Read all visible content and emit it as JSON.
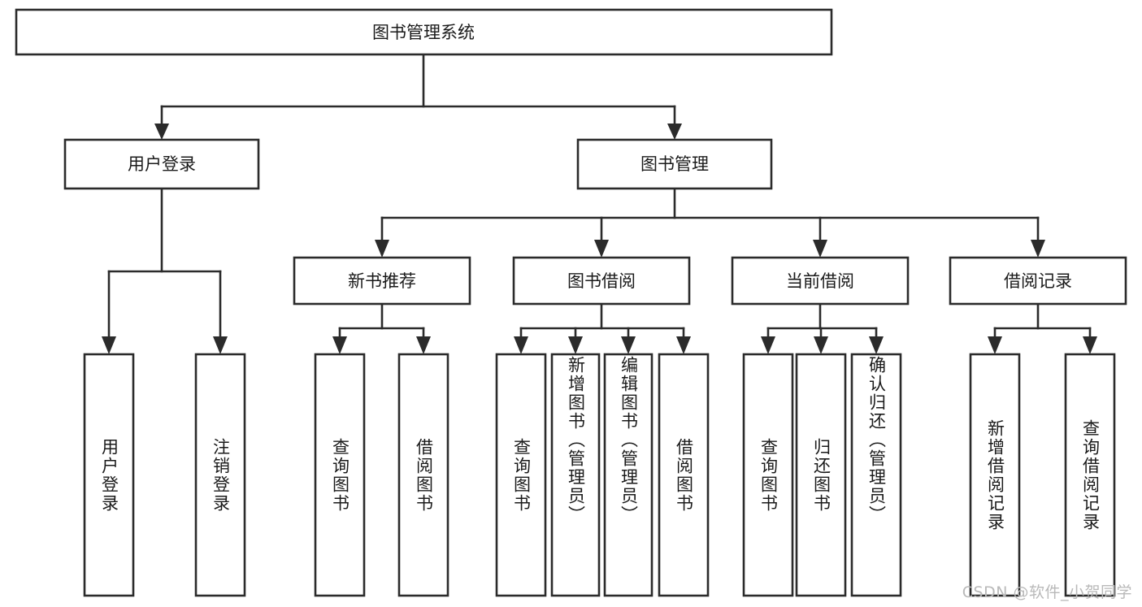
{
  "diagram": {
    "title": "图书管理系统",
    "type": "tree-hierarchy-flowchart",
    "orientation": "top-down",
    "root": {
      "id": "root",
      "label": "图书管理系统",
      "text_direction": "horizontal"
    },
    "level2": [
      {
        "id": "user-login",
        "label": "用户登录",
        "text_direction": "horizontal"
      },
      {
        "id": "book-management",
        "label": "图书管理",
        "text_direction": "horizontal"
      }
    ],
    "level3": [
      {
        "id": "new-book-recommend",
        "label": "新书推荐",
        "parent": "book-management",
        "text_direction": "horizontal"
      },
      {
        "id": "book-borrow",
        "label": "图书借阅",
        "parent": "book-management",
        "text_direction": "horizontal"
      },
      {
        "id": "current-borrow",
        "label": "当前借阅",
        "parent": "book-management",
        "text_direction": "horizontal"
      },
      {
        "id": "borrow-record",
        "label": "借阅记录",
        "parent": "book-management",
        "text_direction": "horizontal"
      }
    ],
    "leaves": [
      {
        "id": "leaf-user-login",
        "label": "用户登录",
        "parent": "user-login",
        "text_direction": "vertical"
      },
      {
        "id": "leaf-user-logout",
        "label": "注销登录",
        "parent": "user-login",
        "text_direction": "vertical"
      },
      {
        "id": "leaf-query-book-1",
        "label": "查询图书",
        "parent": "new-book-recommend",
        "text_direction": "vertical"
      },
      {
        "id": "leaf-borrow-book-1",
        "label": "借阅图书",
        "parent": "new-book-recommend",
        "text_direction": "vertical"
      },
      {
        "id": "leaf-query-book-2",
        "label": "查询图书",
        "parent": "book-borrow",
        "text_direction": "vertical"
      },
      {
        "id": "leaf-add-book",
        "label": "新增图书（管理员）",
        "parent": "book-borrow",
        "text_direction": "vertical"
      },
      {
        "id": "leaf-edit-book",
        "label": "编辑图书（管理员）",
        "parent": "book-borrow",
        "text_direction": "vertical"
      },
      {
        "id": "leaf-borrow-book-2",
        "label": "借阅图书",
        "parent": "book-borrow",
        "text_direction": "vertical"
      },
      {
        "id": "leaf-query-book-3",
        "label": "查询图书",
        "parent": "current-borrow",
        "text_direction": "vertical"
      },
      {
        "id": "leaf-return-book",
        "label": "归还图书",
        "parent": "current-borrow",
        "text_direction": "vertical"
      },
      {
        "id": "leaf-confirm-return",
        "label": "确认归还（管理员）",
        "parent": "current-borrow",
        "text_direction": "vertical"
      },
      {
        "id": "leaf-add-borrow-record",
        "label": "新增借阅记录",
        "parent": "borrow-record",
        "text_direction": "vertical"
      },
      {
        "id": "leaf-query-borrow-record",
        "label": "查询借阅记录",
        "parent": "borrow-record",
        "text_direction": "vertical"
      }
    ],
    "colors": {
      "box_fill": "#ffffff",
      "box_stroke": "#2b2b2b",
      "text": "#1a1a1a",
      "background": "#ffffff",
      "watermark": "#b9b9b9"
    }
  },
  "watermark": {
    "text": "CSDN @软件_小贺同学"
  }
}
